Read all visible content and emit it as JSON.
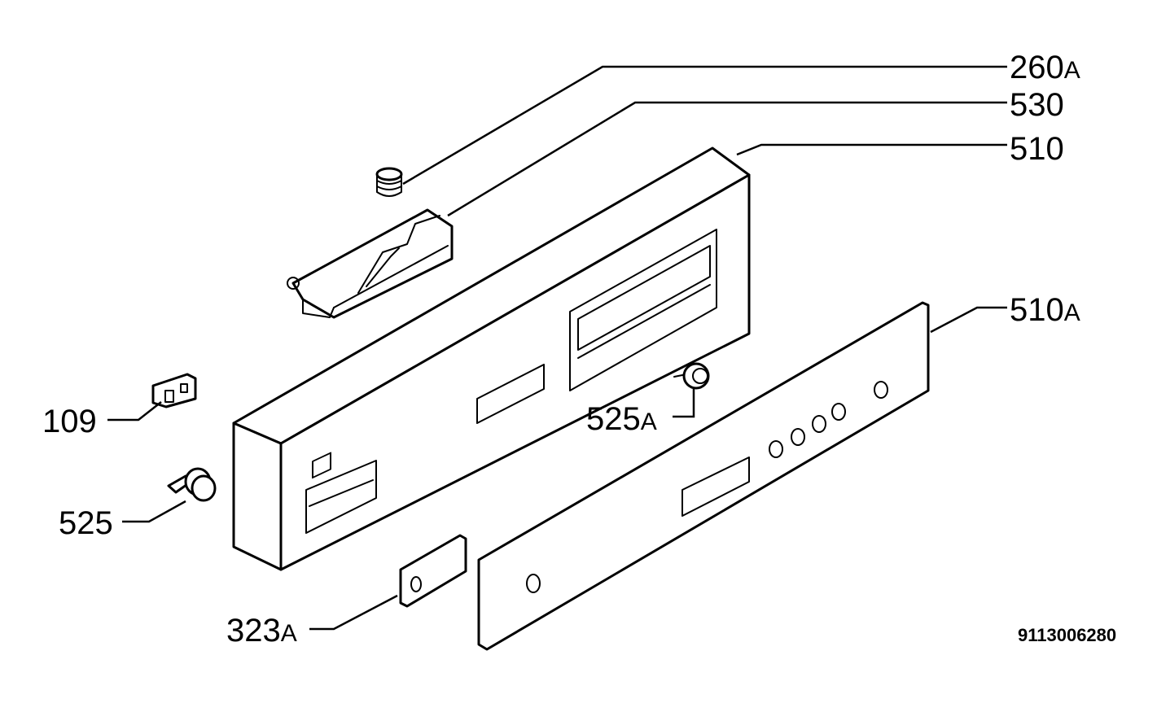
{
  "callouts": [
    {
      "id": "260a",
      "number": "260",
      "suffix": "A"
    },
    {
      "id": "530",
      "number": "530",
      "suffix": ""
    },
    {
      "id": "510",
      "number": "510",
      "suffix": ""
    },
    {
      "id": "510a",
      "number": "510",
      "suffix": "A"
    },
    {
      "id": "109",
      "number": "109",
      "suffix": ""
    },
    {
      "id": "525a",
      "number": "525",
      "suffix": "A"
    },
    {
      "id": "525",
      "number": "525",
      "suffix": ""
    },
    {
      "id": "323a",
      "number": "323",
      "suffix": "A"
    }
  ],
  "drawing_number": "9113006280",
  "colors": {
    "line": "#000000",
    "background": "#ffffff"
  }
}
